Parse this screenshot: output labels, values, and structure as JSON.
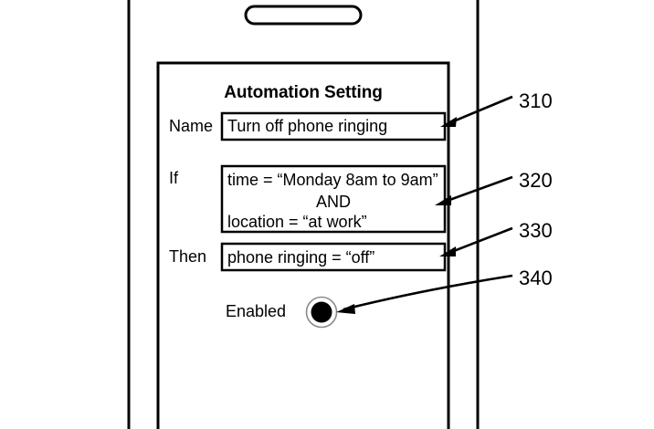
{
  "figure": {
    "kind": "patent-figure",
    "background_color": "#ffffff",
    "line_color": "#000000"
  },
  "device": {
    "name": "phone-outline",
    "speaker_grille": "speaker-grille"
  },
  "screen": {
    "title": "Automation Setting",
    "rows": [
      {
        "label": "Name",
        "field_name": "name-field",
        "value": "Turn off phone ringing"
      },
      {
        "label": "If",
        "field_name": "condition-field",
        "lines": [
          "time = “Monday 8am to 9am”",
          "AND",
          "location = “at work”"
        ]
      },
      {
        "label": "Then",
        "field_name": "action-field",
        "value": "phone ringing = “off”"
      }
    ],
    "toggle": {
      "label": "Enabled",
      "state": "on",
      "control": "radio-toggle"
    }
  },
  "callouts": [
    {
      "number": "310",
      "points_to": "name-field"
    },
    {
      "number": "320",
      "points_to": "condition-field"
    },
    {
      "number": "330",
      "points_to": "action-field"
    },
    {
      "number": "340",
      "points_to": "enabled-toggle"
    }
  ]
}
